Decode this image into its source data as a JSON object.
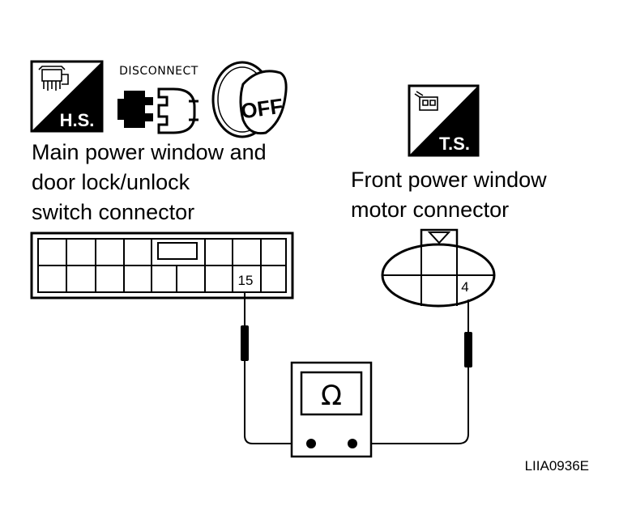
{
  "icons": {
    "harness_side": "H.S.",
    "disconnect": "DISCONNECT",
    "ignition_off": "OFF",
    "terminal_side": "T.S."
  },
  "left_connector": {
    "title_lines": [
      "Main power window and",
      "door lock/unlock",
      "switch connector"
    ],
    "terminal": "15"
  },
  "right_connector": {
    "title_lines": [
      "Front power window",
      "motor connector"
    ],
    "terminal": "4"
  },
  "meter": {
    "symbol": "Ω"
  },
  "figure_code": "LIIA0936E"
}
